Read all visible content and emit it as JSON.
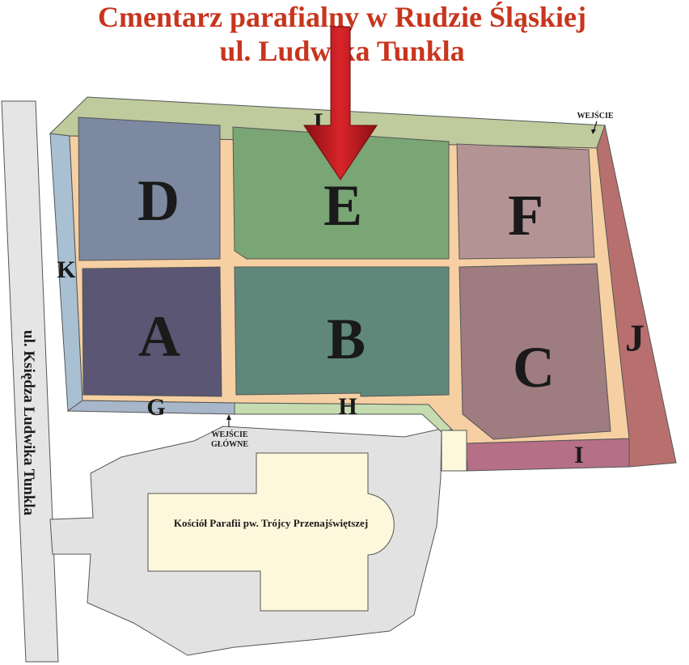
{
  "title": {
    "line1": "Cmentarz parafialny w Rudzie Śląskiej",
    "line2": "ul. Ludwika Tunkla"
  },
  "sectors": {
    "A": "A",
    "B": "B",
    "C": "C",
    "D": "D",
    "E": "E",
    "F": "F",
    "G": "G",
    "H": "H",
    "I": "I",
    "J": "J",
    "K": "K",
    "L": "L"
  },
  "entrances": {
    "side": "WEJŚCIE",
    "main_line1": "WEJŚCIE",
    "main_line2": "GŁÓWNE"
  },
  "church_label": "Kościół Parafii pw. Trójcy Przenajświętszej",
  "street_label": "ul. Księdza Ludwika Tunkla",
  "colors": {
    "title": "#c8351e",
    "arrow": "#c0191a",
    "path": "#f6d0a3",
    "sector_A": "#5a5673",
    "sector_B": "#5f887a",
    "sector_C": "#9f7c7f",
    "sector_D": "#7d89a1",
    "sector_E": "#7aa575",
    "sector_F": "#b49394",
    "strip_G": "#a7b6c8",
    "strip_H": "#c4dcaf",
    "strip_I": "#b56f86",
    "strip_J": "#b8706f",
    "strip_K": "#a9c0d3",
    "strip_L": "#bfcb9d",
    "church": "#fdf8dc",
    "churchyard": "#e2e2e2",
    "street": "#e5e5e5"
  }
}
